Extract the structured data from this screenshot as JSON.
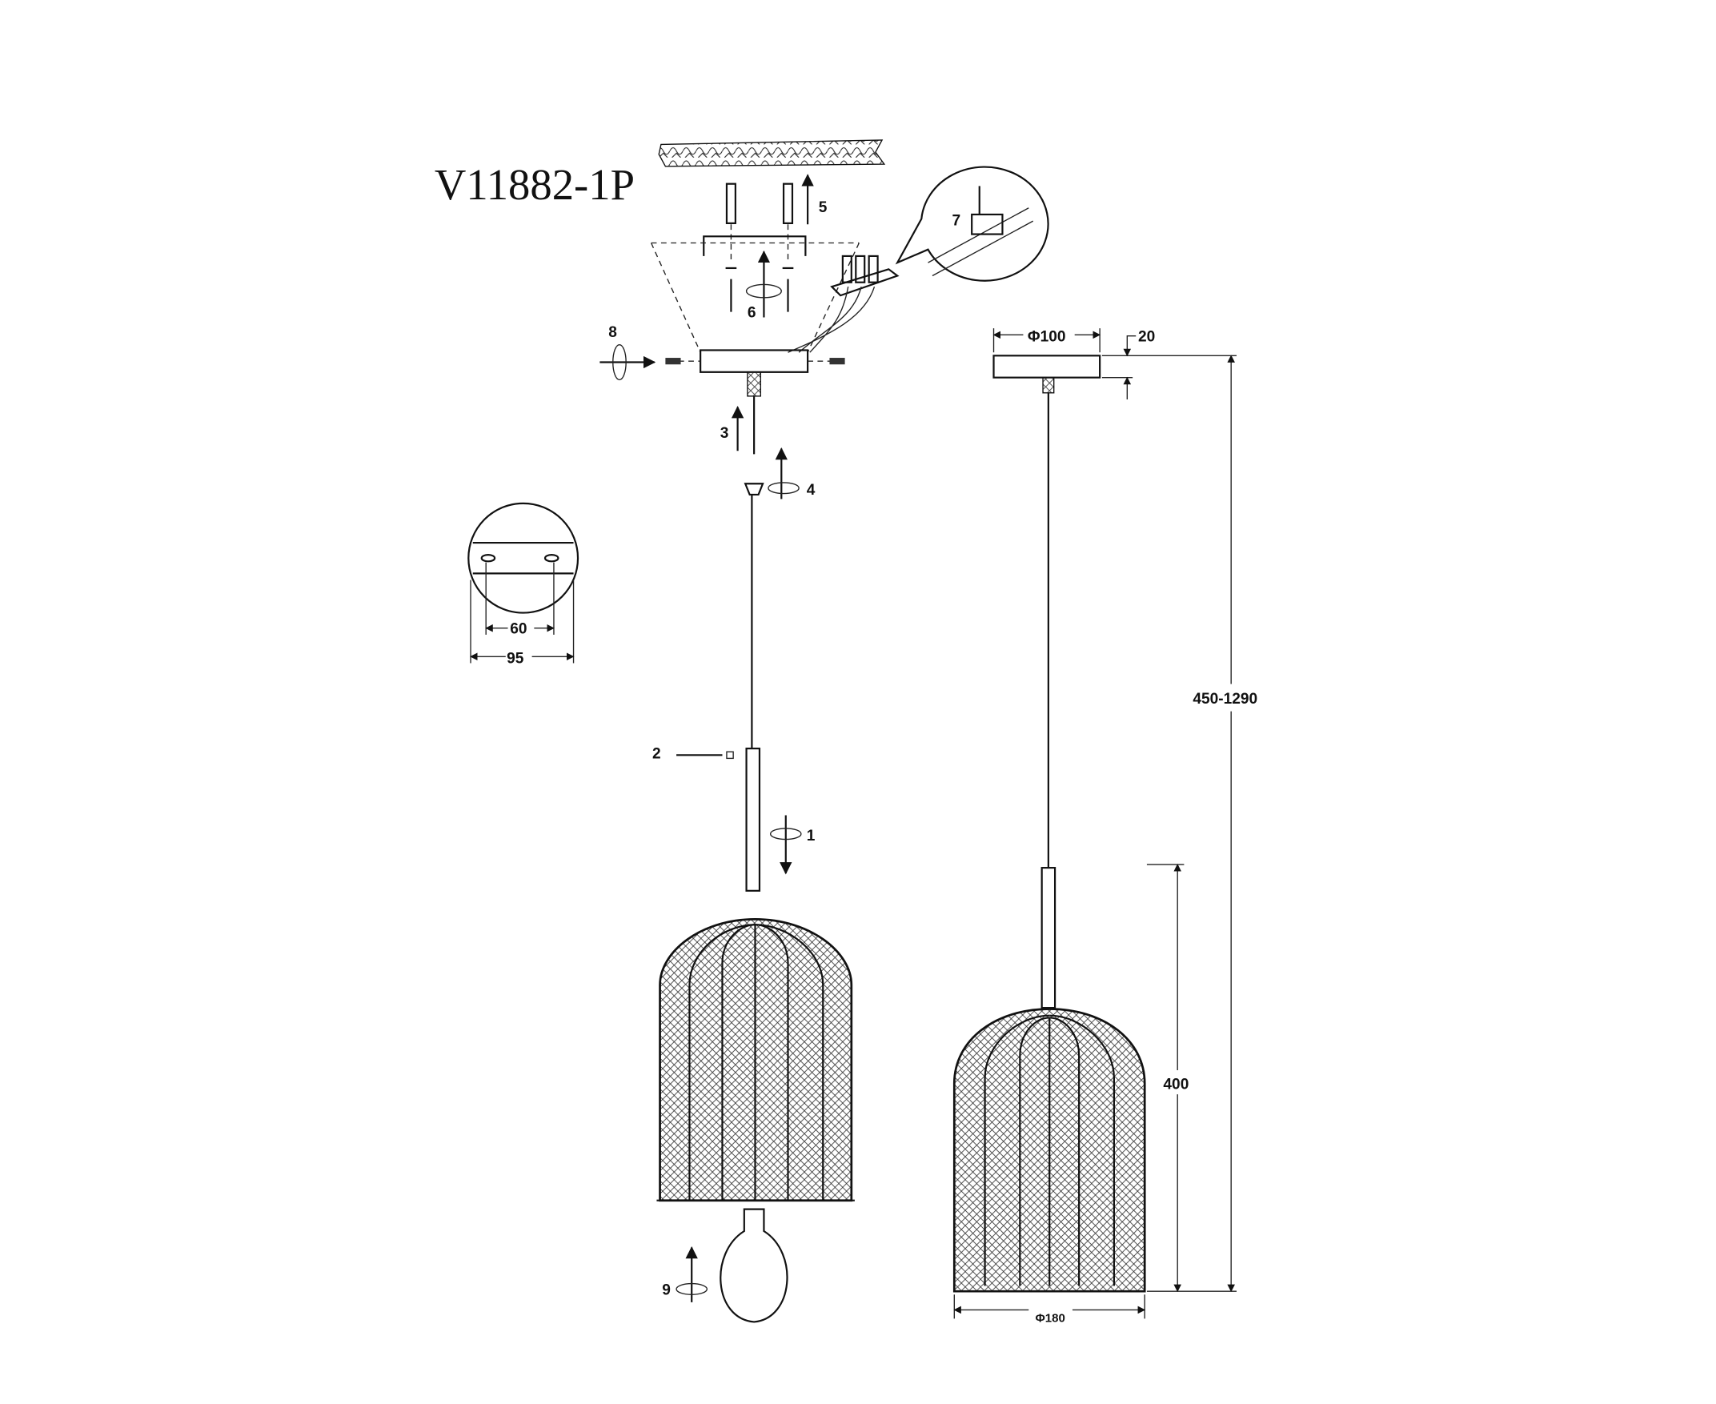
{
  "title": "V11882-1P",
  "steps": [
    "1",
    "2",
    "3",
    "4",
    "5",
    "6",
    "7",
    "8",
    "9"
  ],
  "dimensions": {
    "bracket_hole_spacing": "60",
    "bracket_width": "95",
    "canopy_diameter": "Φ100",
    "canopy_height": "20",
    "total_height": "450-1290",
    "shade_height": "400",
    "shade_diameter": "Φ180"
  },
  "colors": {
    "line": "#111111",
    "background": "#ffffff"
  }
}
